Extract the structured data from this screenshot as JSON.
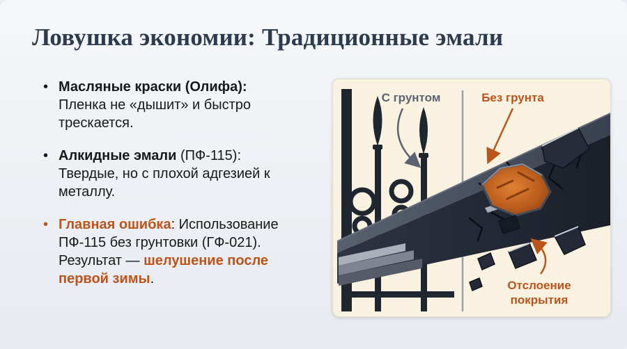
{
  "title": "Ловушка экономии: Традиционные эмали",
  "bullets": {
    "item1": {
      "lead": "Масляные краски (Олифа):",
      "body": "Пленка не «дышит» и быстро трескается."
    },
    "item2": {
      "lead_bold": "Алкидные эмали",
      "lead_rest": " (ПФ-115):",
      "body": "Твердые, но с плохой адгезией к металлу."
    },
    "item3": {
      "lead": "Главная ошибка",
      "mid": ": Использование ПФ-115 без грунтовки (ГФ-021). Результат — ",
      "highlight": "шелушение после первой зимы",
      "end": "."
    }
  },
  "illustration": {
    "label_with_primer": "С грунтом",
    "label_without_primer": "Без грунта",
    "label_peeling_line1": "Отслоение",
    "label_peeling_line2": "покрытия"
  },
  "colors": {
    "accent": "#b9541a",
    "title": "#2d3b4e",
    "gray_label": "#5b6370"
  }
}
